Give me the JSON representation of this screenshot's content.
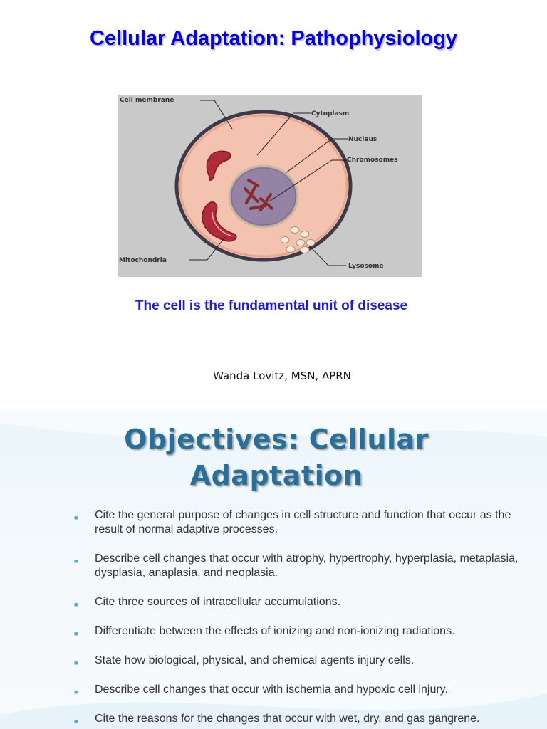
{
  "slide1": {
    "title": "Cellular Adaptation: Pathophysiology",
    "figure_labels": {
      "cell_membrane": "Cell membrane",
      "cytoplasm": "Cytoplasm",
      "nucleus": "Nucleus",
      "chromosomes": "Chromosomes",
      "mitochondria": "Mitochondria",
      "lysosome": "Lysosome"
    },
    "caption": "The cell is the fundamental unit of disease",
    "author": "Wanda Lovitz, MSN, APRN"
  },
  "slide2": {
    "title_line1": "Objectives: Cellular",
    "title_line2": "Adaptation",
    "bullets": [
      "Cite the general purpose of changes in cell structure and function that occur as the result of normal adaptive processes.",
      " Describe cell changes that occur with atrophy, hypertrophy, hyperplasia, metaplasia, dysplasia, anaplasia, and neoplasia.",
      " Cite three sources of intracellular accumulations.",
      "Differentiate between the effects of ionizing and non-ionizing radiations.",
      "State how biological, physical, and chemical agents injury cells.",
      "Describe cell changes that occur with ischemia and hypoxic cell injury.",
      " Cite the reasons for the changes that occur with wet, dry, and gas gangrene."
    ]
  },
  "colors": {
    "title_blue": "#0000ee",
    "objectives_title": "#2a6e9a",
    "bullet": "#5aa3c8"
  }
}
